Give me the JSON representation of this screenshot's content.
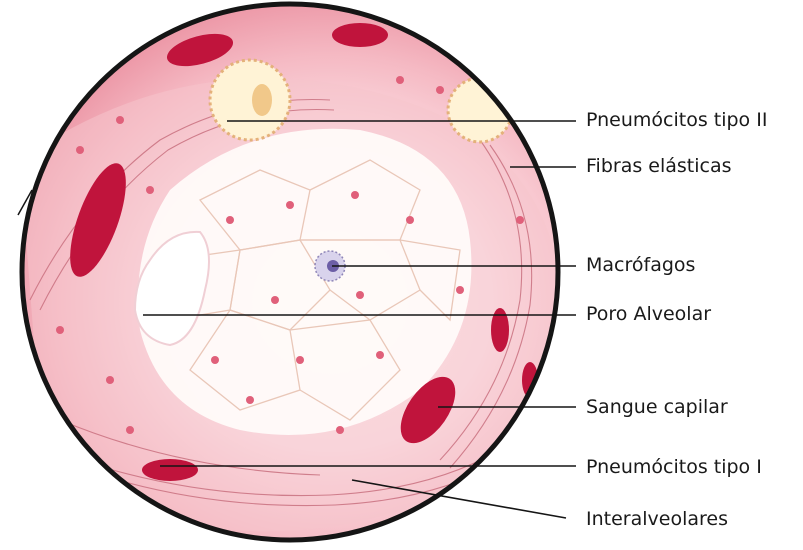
{
  "labels": [
    {
      "id": "pneumocitos-tipo-ii",
      "text": "Pneumócitos tipo II"
    },
    {
      "id": "fibras-elasticas",
      "text": "Fibras elásticas"
    },
    {
      "id": "macrofagos",
      "text": "Macrófagos"
    },
    {
      "id": "poro-alveolar",
      "text": "Poro Alveolar"
    },
    {
      "id": "sangue-capilar",
      "text": "Sangue capilar"
    },
    {
      "id": "pneumocitos-tipo-i",
      "text": "Pneumócitos tipo I"
    },
    {
      "id": "interalveolares",
      "text": "Interalveolares"
    }
  ],
  "colors": {
    "tissue_pink": "#f3b6bf",
    "tissue_light": "#fbe3e6",
    "capillary_red": "#c0143c",
    "nucleus": "#e0607a",
    "outline": "#151515"
  }
}
